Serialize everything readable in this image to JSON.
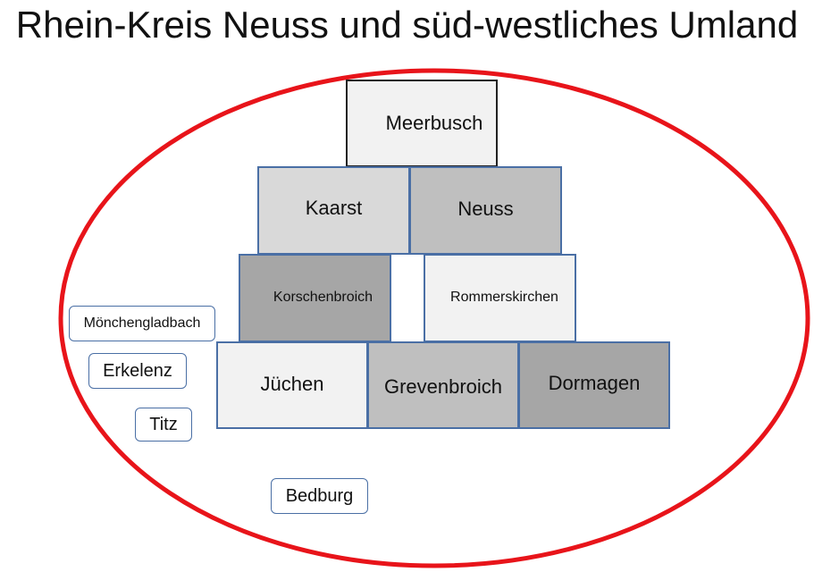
{
  "title": "Rhein-Kreis Neuss und süd-westliches Umland",
  "colors": {
    "ring": "#e8141a",
    "border_blue": "#4a6fa5",
    "fill_light": "#f2f2f2",
    "fill_mid_light": "#d9d9d9",
    "fill_mid": "#bfbfbf",
    "fill_dark": "#a6a6a6"
  },
  "districts": {
    "meerbusch": "Meerbusch",
    "kaarst": "Kaarst",
    "neuss": "Neuss",
    "korschenbroich": "Korschenbroich",
    "rommerskirchen": "Rommerskirchen",
    "juechen": "Jüchen",
    "grevenbroich": "Grevenbroich",
    "dormagen": "Dormagen"
  },
  "surroundings": {
    "moenchengladbach": "Mönchengladbach",
    "erkelenz": "Erkelenz",
    "titz": "Titz",
    "bedburg": "Bedburg"
  }
}
